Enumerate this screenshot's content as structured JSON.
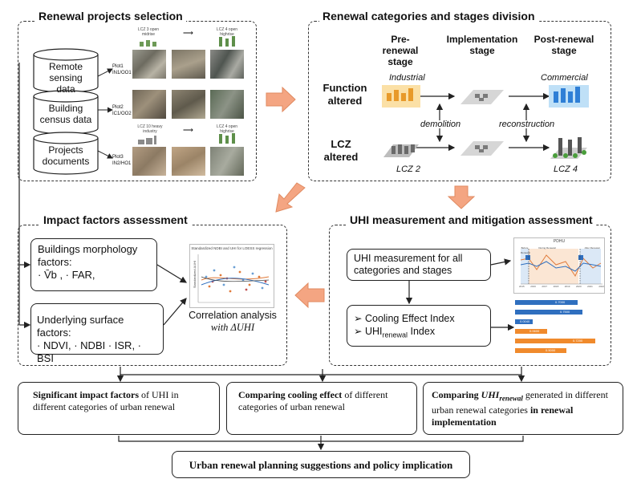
{
  "panels": {
    "selection": {
      "title": "Renewal projects selection"
    },
    "division": {
      "title": "Renewal categories and stages division"
    },
    "impact": {
      "title": "Impact factors assessment"
    },
    "uhi": {
      "title": "UHI measurement and mitigation assessment"
    }
  },
  "selection": {
    "sources": [
      "Remote sensing data",
      "Building census data",
      "Projects documents"
    ],
    "plots": [
      {
        "name": "Plot1",
        "code": "IN1/OO1"
      },
      {
        "name": "Plot2",
        "code": "IC1/OO2"
      },
      {
        "name": "Plot3",
        "code": "IN2/HO1"
      }
    ],
    "lcz_pre_1": "LCZ 3 open midrise",
    "lcz_post_1": "LCZ 4 open highrise",
    "lcz_pre_3": "LCZ 10 heavy industry",
    "lcz_post_3": "LCZ 4 open highrise"
  },
  "division": {
    "stage_pre": "Pre-renewal stage",
    "stage_impl": "Implementation stage",
    "stage_post": "Post-renewal stage",
    "row_function": "Function altered",
    "row_lcz": "LCZ altered",
    "industrial": "Industrial",
    "commercial": "Commercial",
    "demolition": "demolition",
    "reconstruction": "reconstruction",
    "lcz2": "LCZ 2",
    "lcz4": "LCZ 4",
    "colors": {
      "industrial": "#f2b33a",
      "commercial": "#2f7fd6",
      "greenery": "#4a9e3b",
      "gray": "#8a8a8a"
    }
  },
  "impact": {
    "morph_title": "Buildings morphology factors:",
    "morph_items": "· V̄b , · FAR,",
    "surface_title": "Underlying surface factors:",
    "surface_items": "· NDVI, · NDBI · ISR, · BSI",
    "chart_title": "Standardized NDBI and UHI for LOESS regression",
    "chart_ylabel": "Standardized ΔUHI",
    "corr_label_1": "Correlation analysis",
    "corr_label_2": "with ΔUHI"
  },
  "uhi": {
    "measure": "UHI measurement for all categories and stages",
    "cooling": "Cooling Effect Index",
    "renewal_pre": "UHI",
    "renewal_sub": "renewal",
    "renewal_post": " Index",
    "bullet": "➢",
    "line_chart_title": "PDHU",
    "line_chart_tags": [
      "Before Renewal",
      "During Renewal",
      "After Renewal"
    ],
    "line_chart_years": [
      "2015",
      "2016",
      "2017",
      "2018",
      "2019",
      "2020",
      "2021",
      "2022"
    ],
    "bar_labels": [
      "0.7000",
      "0.7500",
      "0.0040",
      "0.0600",
      "0.7200",
      "0.5000"
    ],
    "bar_colors": [
      "#2f6fbf",
      "#2f6fbf",
      "#2f6fbf",
      "#f08a2c",
      "#f08a2c",
      "#f08a2c"
    ]
  },
  "bottom": {
    "b1_bold": "Significant impact factors",
    "b1_rest": "of UHI in different categories of urban renewal",
    "b2_bold": "Comparing cooling effect",
    "b2_rest": "of different categories of urban renewal",
    "b3_bold1": "Comparing ",
    "b3_math": "UHI",
    "b3_sub": "renewal",
    "b3_mid": " generated in different urban renewal categories ",
    "b3_bold2": "in renewal implementation",
    "final": "Urban renewal planning suggestions and policy implication"
  }
}
